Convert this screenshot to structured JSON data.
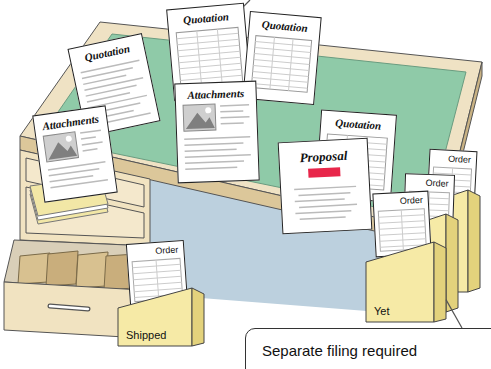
{
  "diagram": {
    "nodes": [
      {
        "text": [
          "Quotation"
        ]
      },
      {
        "text": [
          "Quotation"
        ]
      },
      {
        "text": [
          "Quotation"
        ]
      },
      {
        "text": [
          "Attachments"
        ]
      },
      {
        "text": [
          "Attachments"
        ]
      },
      {
        "text": [
          "Quotation"
        ]
      },
      {
        "text": [
          "Proposal"
        ]
      },
      {
        "text": [
          "Shipped"
        ]
      },
      {
        "text": [
          "Order"
        ],
        "in": 7
      },
      {
        "text": [
          "Order"
        ]
      },
      {
        "text": [
          "Order"
        ]
      },
      {
        "text": [
          "Yet"
        ]
      },
      {
        "text": [
          "Order"
        ],
        "in": 11
      },
      {
        "text": [
          "Separate filing required"
        ]
      }
    ],
    "edges": [
      {
        "from": 13,
        "to": 11,
        "arrow": "none"
      }
    ]
  }
}
